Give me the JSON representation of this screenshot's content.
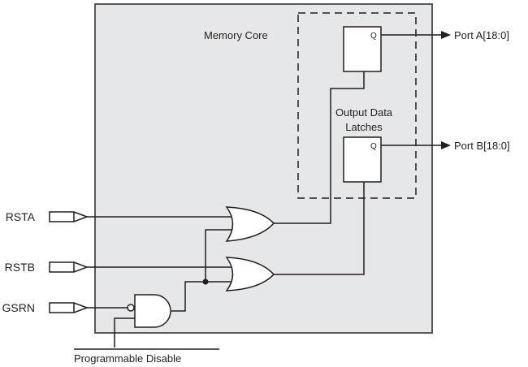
{
  "diagram": {
    "type": "logic-schematic",
    "colors": {
      "block_fill": "#e6e7e8",
      "block_border": "#58595b",
      "line": "#231f20",
      "gate_fill": "#ffffff"
    },
    "memory_core_label": "Memory Core",
    "latches_label_line1": "Output Data",
    "latches_label_line2": "Latches",
    "latch_a": {
      "pin": "Q"
    },
    "latch_b": {
      "pin": "Q"
    },
    "outputs": [
      {
        "label": "Port A[18:0]"
      },
      {
        "label": "Port B[18:0]"
      }
    ],
    "inputs": [
      {
        "label": "RSTA"
      },
      {
        "label": "RSTB"
      },
      {
        "label": "GSRN"
      }
    ],
    "programmable_disable_label": "Programmable Disable",
    "gates": [
      {
        "type": "OR",
        "name": "RSTA OR GSR"
      },
      {
        "type": "OR",
        "name": "RSTB OR GSR"
      },
      {
        "type": "AND",
        "name": "GSRN inverted AND Programmable Disable",
        "inverted_input": "GSRN"
      }
    ]
  }
}
